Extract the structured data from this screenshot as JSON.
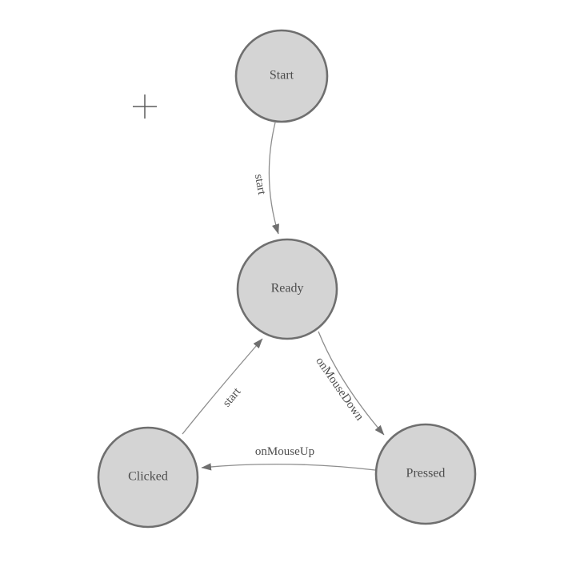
{
  "diagram": {
    "type": "state-diagram",
    "nodes": {
      "start": {
        "label": "Start"
      },
      "ready": {
        "label": "Ready"
      },
      "clicked": {
        "label": "Clicked"
      },
      "pressed": {
        "label": "Pressed"
      }
    },
    "edges": {
      "start_ready": {
        "label": "start",
        "from": "Start",
        "to": "Ready"
      },
      "clicked_ready": {
        "label": "start",
        "from": "Clicked",
        "to": "Ready"
      },
      "ready_pressed": {
        "label": "onMouseDown",
        "from": "Ready",
        "to": "Pressed"
      },
      "pressed_clicked": {
        "label": "onMouseUp",
        "from": "Pressed",
        "to": "Clicked"
      }
    },
    "colors": {
      "node_fill": "#d4d4d4",
      "node_stroke": "#6f6f6f",
      "edge_stroke": "#8d8d8d",
      "arrow_fill": "#6f6f6f",
      "label_color": "#4d4d4d",
      "background": "#ffffff"
    }
  }
}
